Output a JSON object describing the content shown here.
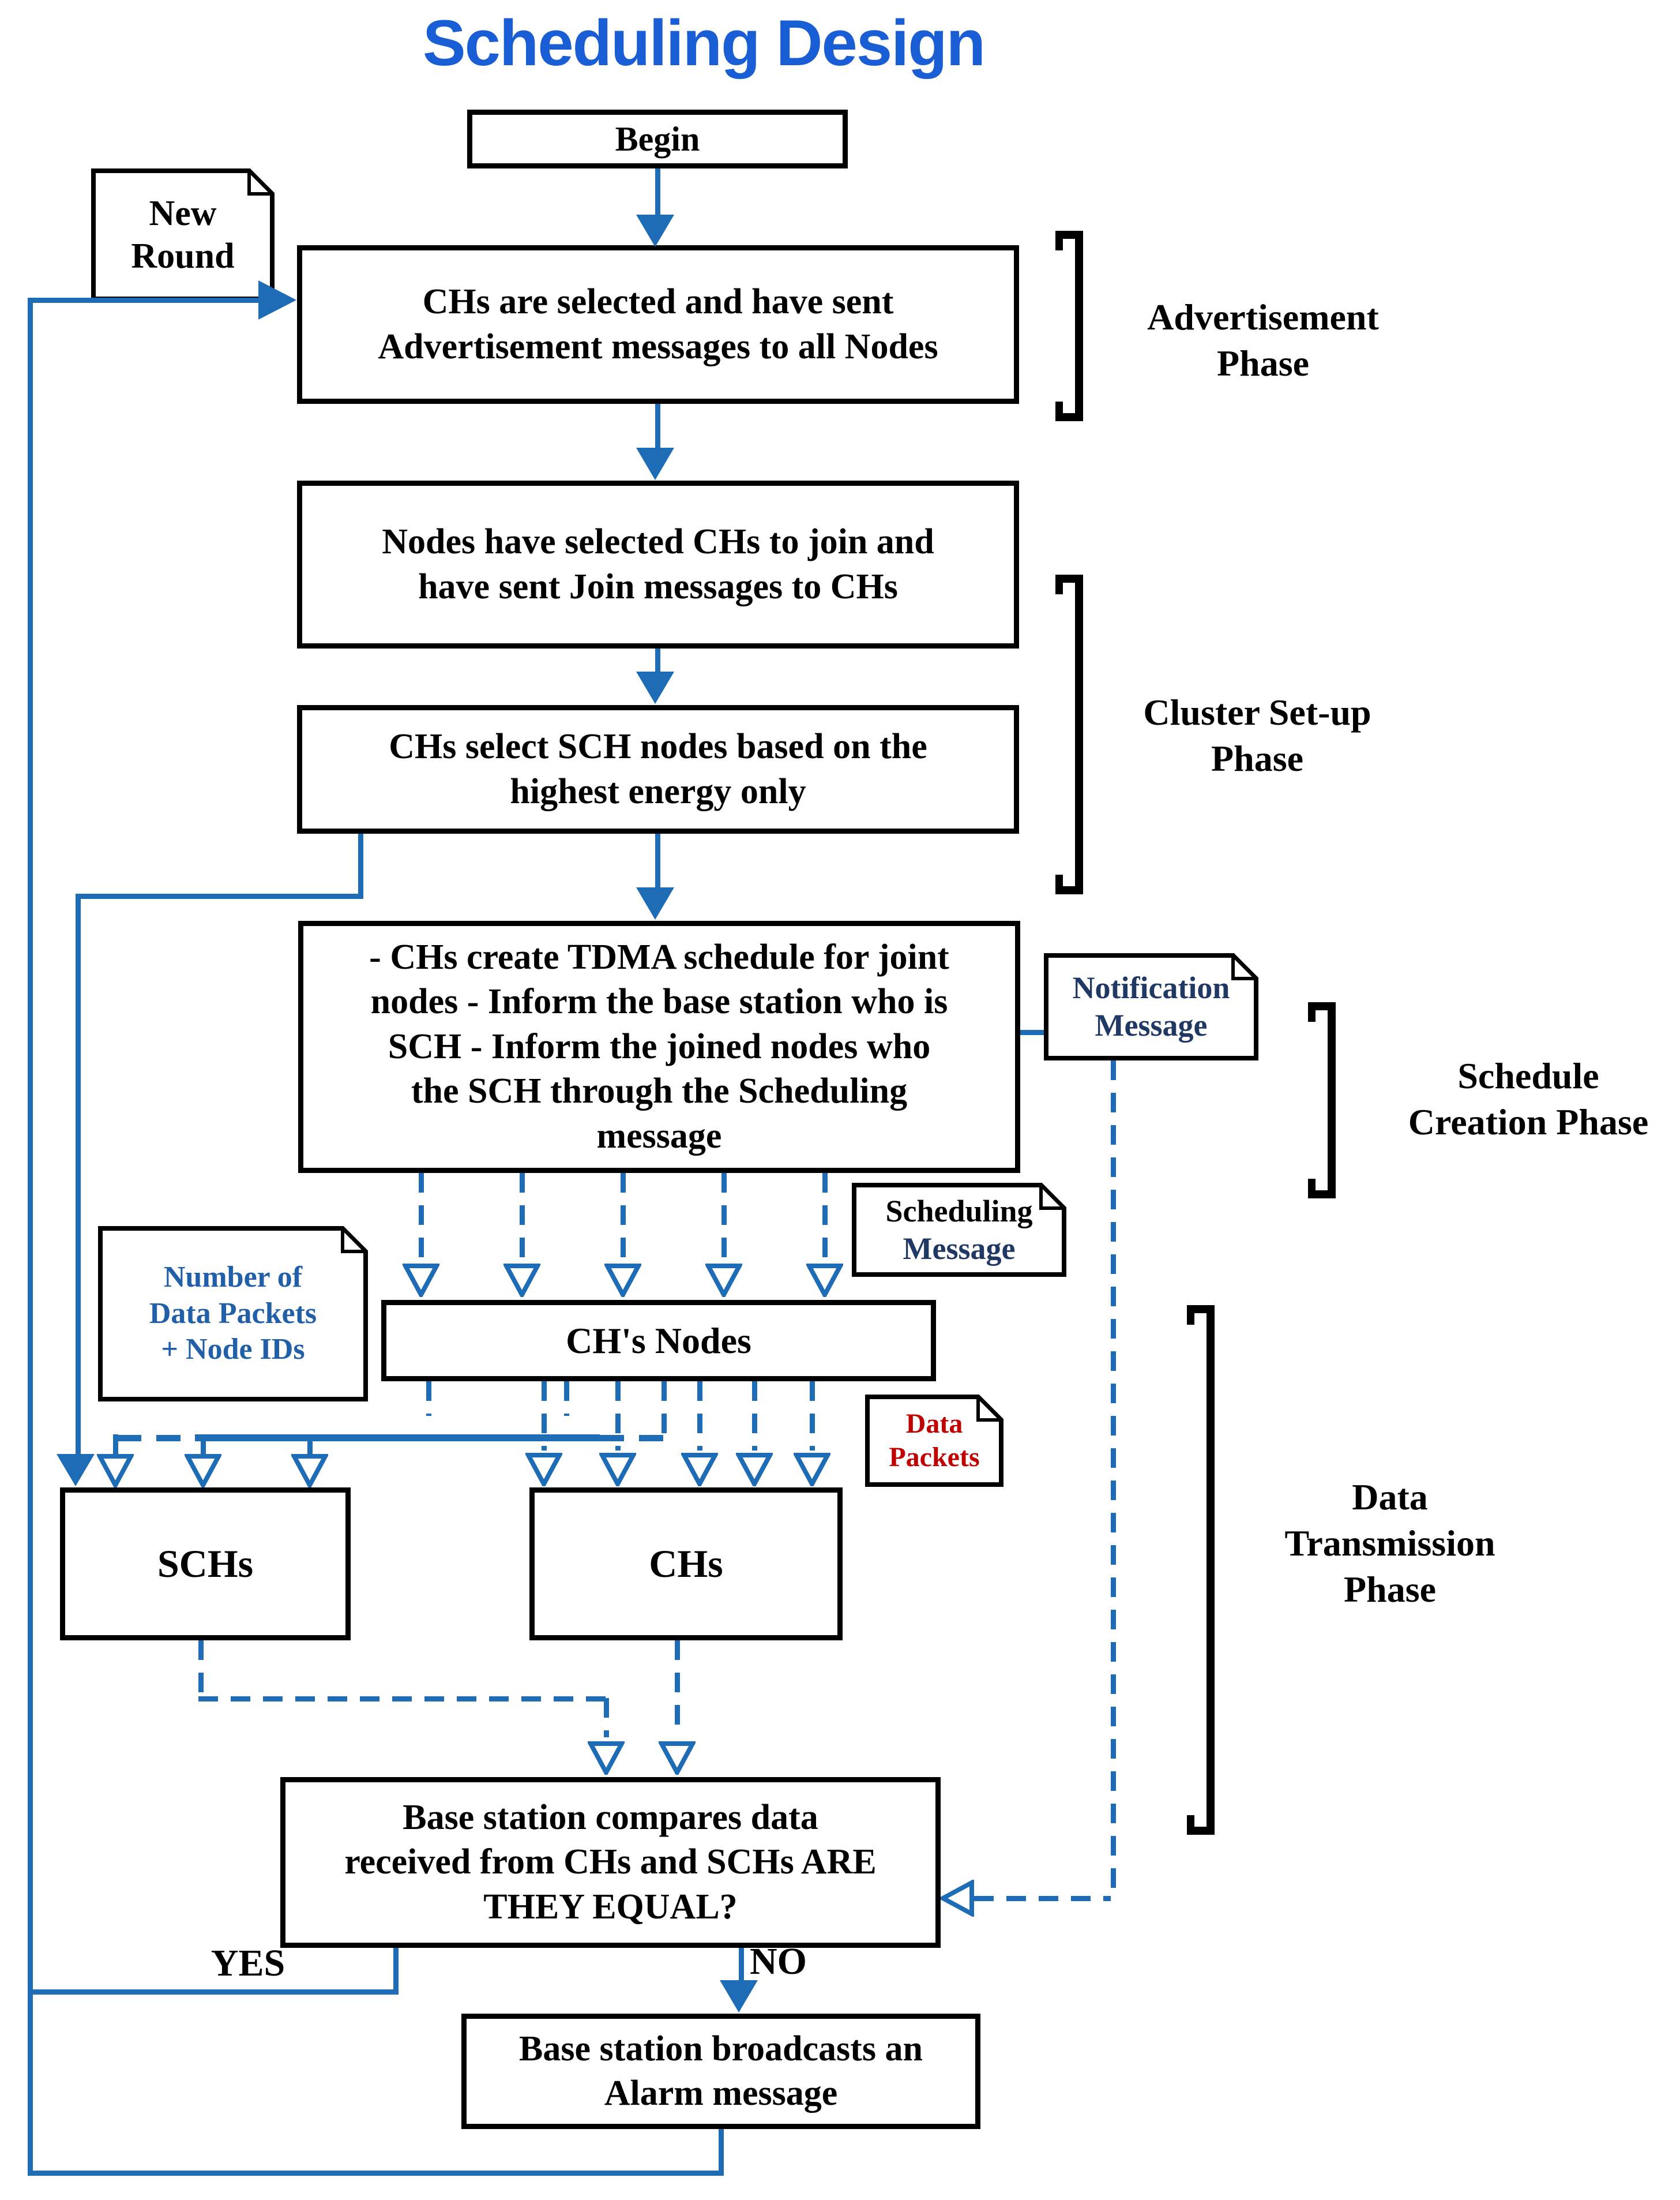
{
  "title": {
    "text": "Scheduling Design"
  },
  "nodes": {
    "begin": "Begin",
    "advertise": "CHs are selected and have sent Advertisement messages to all Nodes",
    "join": "Nodes have selected CHs to join and have sent Join messages to CHs",
    "select_sch": "CHs select SCH nodes based on the highest energy only",
    "schedule": "- CHs create TDMA schedule for joint nodes - Inform the base station who is SCH - Inform the joined nodes who the SCH through the Scheduling message",
    "ch_nodes": "CH's Nodes",
    "schs": "SCHs",
    "chs": "CHs",
    "compare": "Base station compares data received from CHs and SCHs ARE THEY EQUAL?",
    "alarm": "Base station broadcasts an Alarm message"
  },
  "notes": {
    "new_round": "New Round",
    "notification": "Notification Message",
    "scheduling_line1": "Scheduling",
    "scheduling_line2": "Message",
    "packet_count": "Number of Data Packets + Node IDs",
    "data_packets": "Data Packets"
  },
  "phases": {
    "advertisement": "Advertisement Phase",
    "cluster_setup": "Cluster Set-up Phase",
    "schedule_creation": "Schedule Creation Phase",
    "data_transmission": "Data Transmission Phase"
  },
  "branches": {
    "yes": "YES",
    "no": "NO"
  },
  "colors": {
    "flow_line": "#1e6cb5",
    "title": "#1a5ed6",
    "note_navy": "#1f3864",
    "note_blue": "#2160a8",
    "note_red": "#c00000",
    "box_border": "#000000"
  }
}
